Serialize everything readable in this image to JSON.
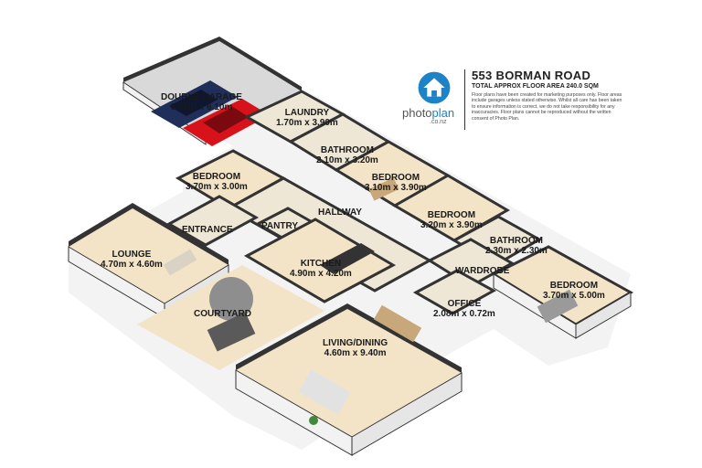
{
  "header": {
    "address": "553 BORMAN ROAD",
    "floor_area": "TOTAL APPROX FLOOR AREA 240.0 SQM",
    "disclaimer": "Floor plans have been created for marketing purposes only. Floor areas include garages unless stated otherwise. Whilst all care has been taken to ensure information is correct, we do not take responsibility for any inaccuracies. Floor plans cannot be reproduced without the written consent of Photo Plan."
  },
  "logo": {
    "brand_a": "photo",
    "brand_b": "plan",
    "suffix": ".co.nz",
    "icon": "house-icon",
    "color": "#1d82c6"
  },
  "rooms": [
    {
      "name": "DOUBLE GARAGE",
      "dims": "6.00m x 6.10m"
    },
    {
      "name": "LAUNDRY",
      "dims": "1.70m x 3.90m"
    },
    {
      "name": "BATHROOM",
      "dims": "2.10m x 3.20m"
    },
    {
      "name": "BEDROOM",
      "dims": "3.10m x 3.90m"
    },
    {
      "name": "BEDROOM",
      "dims": "3.70m x 3.00m"
    },
    {
      "name": "HALLWAY",
      "dims": ""
    },
    {
      "name": "BEDROOM",
      "dims": "3.20m x 3.90m"
    },
    {
      "name": "PANTRY",
      "dims": ""
    },
    {
      "name": "ENTRANCE",
      "dims": ""
    },
    {
      "name": "BATHROOM",
      "dims": "2.30m x 2.30m"
    },
    {
      "name": "LOUNGE",
      "dims": "4.70m x 4.60m"
    },
    {
      "name": "KITCHEN",
      "dims": "4.90m x 4.20m"
    },
    {
      "name": "WARDROBE",
      "dims": ""
    },
    {
      "name": "BEDROOM",
      "dims": "3.70m x 5.00m"
    },
    {
      "name": "OFFICE",
      "dims": "2.08m x 0.72m"
    },
    {
      "name": "COURTYARD",
      "dims": ""
    },
    {
      "name": "LIVING/DINING",
      "dims": "4.60m x 9.40m"
    }
  ],
  "colors": {
    "floor": "#f3e4c8",
    "wall_top": "#3a3a3a",
    "wall_face": "#f2f2f2",
    "garage_floor": "#d9d9d9",
    "car_red": "#d8121b",
    "car_blue": "#1f2f5a"
  }
}
